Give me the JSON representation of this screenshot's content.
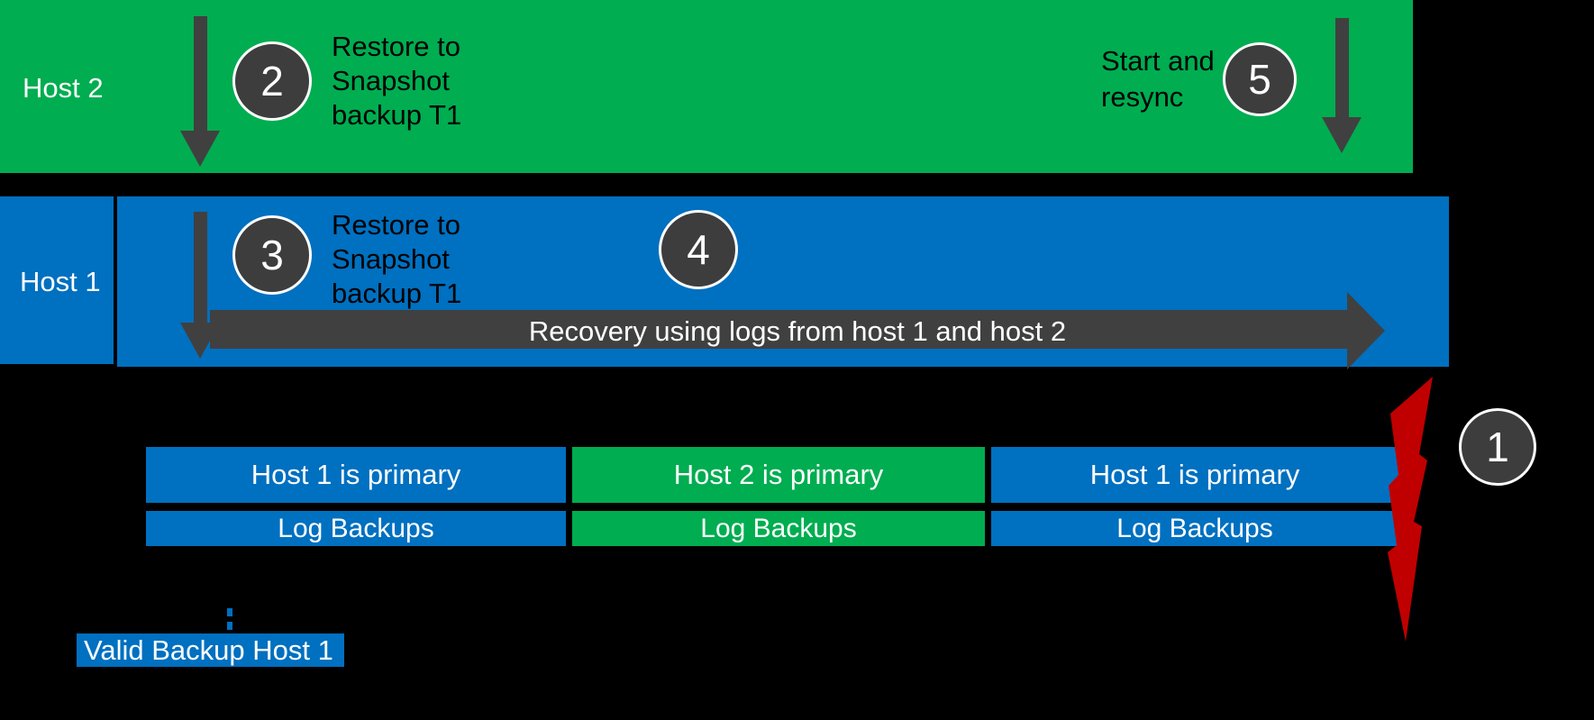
{
  "host2": {
    "label": "Host 2",
    "step2_number": "2",
    "step2_lines": [
      "Restore to",
      "Snapshot",
      "backup T1"
    ],
    "step5_number": "5",
    "step5_lines": [
      "Start and",
      "resync"
    ]
  },
  "host1": {
    "label": "Host 1",
    "step3_number": "3",
    "step3_lines": [
      "Restore to",
      "Snapshot",
      "backup T1"
    ],
    "step4_number": "4",
    "recovery_label": "Recovery using logs from host 1 and host 2"
  },
  "timeline": {
    "primary_segments": [
      {
        "label": "Host 1 is primary",
        "color": "#0070C0"
      },
      {
        "label": "Host 2 is primary",
        "color": "#00AD50"
      },
      {
        "label": "Host 1 is primary",
        "color": "#0070C0"
      }
    ],
    "log_segments": [
      {
        "label": "Log Backups",
        "color": "#0070C0"
      },
      {
        "label": "Log Backups",
        "color": "#00AD50"
      },
      {
        "label": "Log Backups",
        "color": "#0070C0"
      }
    ]
  },
  "incident": {
    "number": "1"
  },
  "valid_backup": {
    "label": "Valid Backup Host 1"
  },
  "colors": {
    "green": "#00AD50",
    "blue": "#0070C0",
    "circle_fill": "#3D3D3D",
    "arrow_gray": "#404040",
    "bolt_red": "#C00000",
    "background": "#000000",
    "text_light": "#FFFFFF",
    "text_dark": "#000000"
  }
}
